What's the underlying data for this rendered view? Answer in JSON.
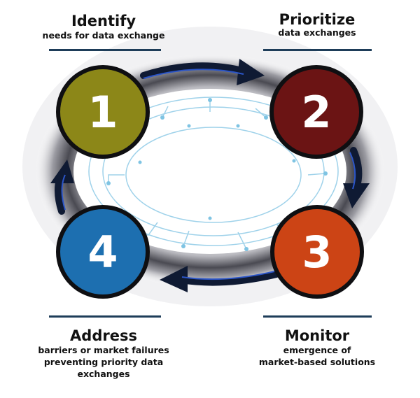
{
  "steps": [
    {
      "number": "1",
      "title": "Identify",
      "description": [
        "needs for data exchange"
      ],
      "color": "#a09a1c"
    },
    {
      "number": "2",
      "title": "Prioritize",
      "description": [
        "data exchanges"
      ],
      "color": "#6b1414"
    },
    {
      "number": "3",
      "title": "Monitor",
      "description": [
        "emergence of",
        "market-based solutions"
      ],
      "color": "#cc4415"
    },
    {
      "number": "4",
      "title": "Address",
      "description": [
        "barriers or market failures",
        "preventing priority data",
        "exchanges"
      ],
      "color": "#1d6fb0"
    }
  ],
  "colors": {
    "arrow": "#0f1a33",
    "arrow_accent": "#2b55c8",
    "circuit": "#9fd2ea",
    "rule": "#1e3d59"
  }
}
